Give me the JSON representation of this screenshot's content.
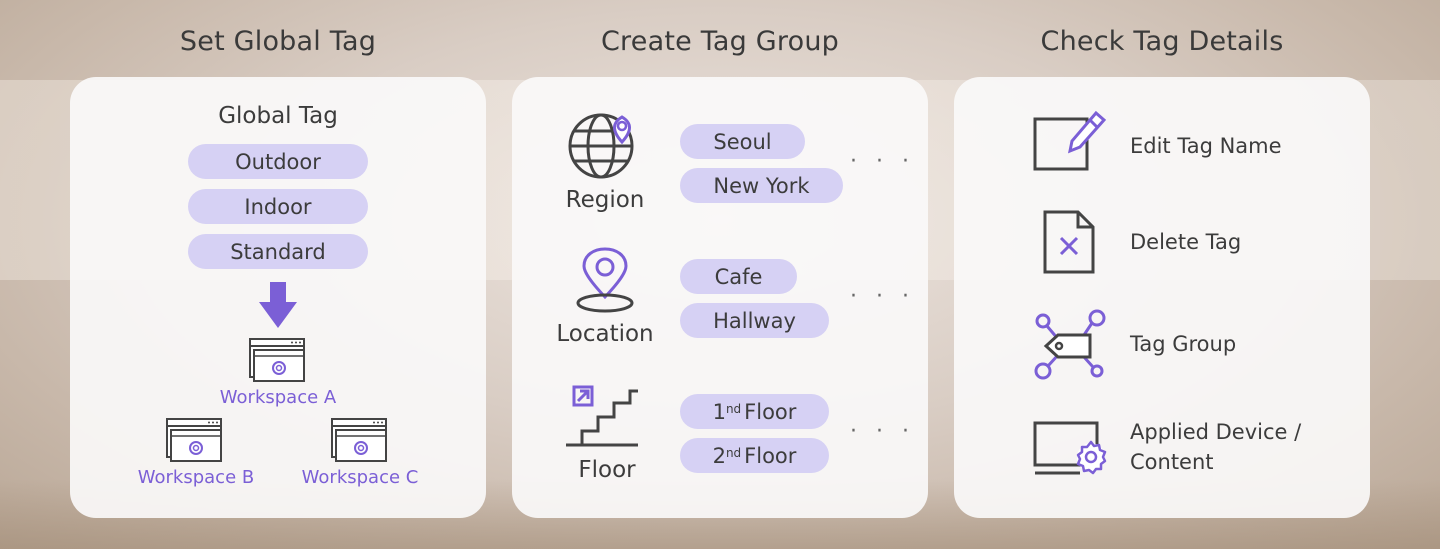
{
  "columns": [
    {
      "title": "Set Global Tag"
    },
    {
      "title": "Create Tag Group"
    },
    {
      "title": "Check Tag Details"
    }
  ],
  "global_tag": {
    "heading": "Global Tag",
    "tags": [
      "Outdoor",
      "Indoor",
      "Standard"
    ],
    "workspaces": [
      "Workspace A",
      "Workspace B",
      "Workspace C"
    ]
  },
  "tag_group": {
    "categories": [
      {
        "label": "Region",
        "icon": "globe-pin-icon",
        "tags": [
          "Seoul",
          "New York"
        ]
      },
      {
        "label": "Location",
        "icon": "map-pin-icon",
        "tags": [
          "Cafe",
          "Hallway"
        ]
      },
      {
        "label": "Floor",
        "icon": "stairs-icon",
        "tags": [
          {
            "num": "1",
            "sup": "nd",
            "rest": "Floor"
          },
          {
            "num": "2",
            "sup": "nd",
            "rest": "Floor"
          }
        ]
      }
    ],
    "more": "· · ·"
  },
  "details": {
    "items": [
      {
        "label": "Edit Tag Name",
        "icon": "edit-icon"
      },
      {
        "label": "Delete Tag",
        "icon": "delete-file-icon"
      },
      {
        "label": "Tag Group",
        "icon": "tag-network-icon"
      },
      {
        "label_line1": "Applied Device /",
        "label_line2": "Content",
        "icon": "monitor-gear-icon"
      }
    ]
  },
  "colors": {
    "accent": "#7b5fd6",
    "pill": "#d6d1f4",
    "dark": "#444444"
  }
}
